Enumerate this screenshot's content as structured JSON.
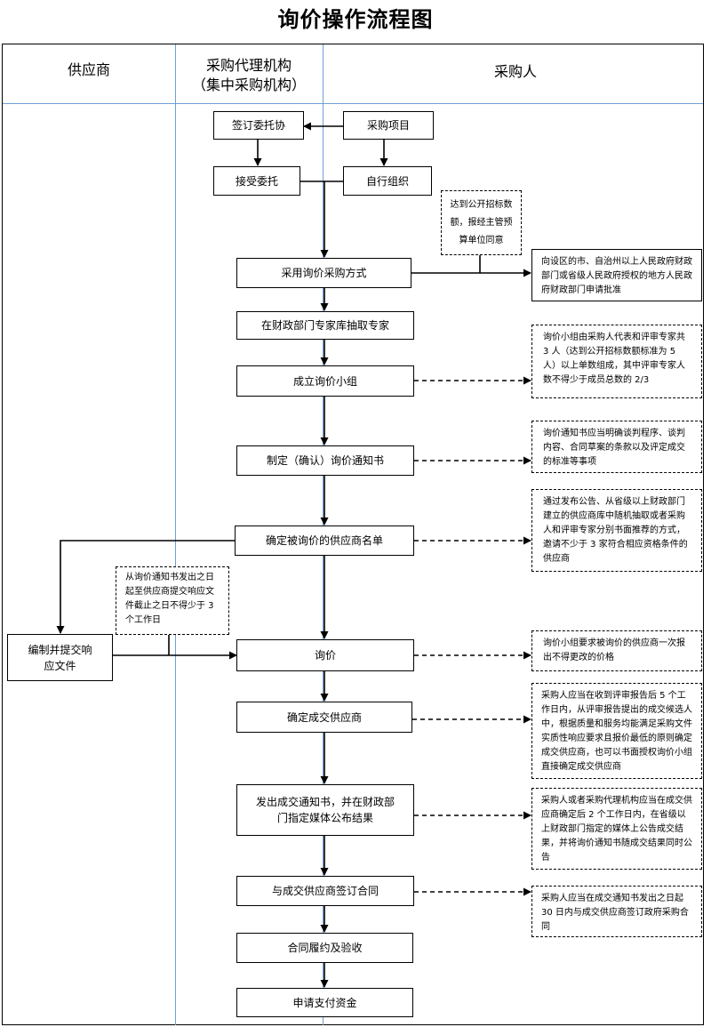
{
  "title": "询价操作流程图",
  "columns": {
    "supplier": "供应商",
    "agency_line1": "采购代理机构",
    "agency_line2": "（集中采购机构）",
    "purchaser": "采购人"
  },
  "boxes": {
    "sign_entrust": "签订委托协",
    "purchase_project": "采购项目",
    "accept_entrust": "接受委托",
    "self_organize": "自行组织",
    "use_inquiry": "采用询价采购方式",
    "draw_experts": "在财政部门专家库抽取专家",
    "form_group": "成立询价小组",
    "make_notice": "制定（确认）询价通知书",
    "supplier_list": "确定被询价的供应商名单",
    "prepare_response": "编制并提交响应文件",
    "inquiry": "询价",
    "determine_supplier": "确定成交供应商",
    "issue_notice": "发出成交通知书，并在财政部门指定媒体公布结果",
    "sign_contract": "与成交供应商签订合同",
    "perform_accept": "合同履约及验收",
    "apply_payment": "申请支付资金"
  },
  "notes": {
    "threshold": "达到公开招标数额，报经主管预算单位同意",
    "approval": "向设区的市、自治州以上人民政府财政部门或省级人民政府授权的地方人民政府财政部门申请批准",
    "group_comp": "询价小组由采购人代表和评审专家共 3 人（达到公开招标数额标准为 5 人）以上单数组成，其中评审专家人数不得少于成员总数的 2/3",
    "notice_content": "询价通知书应当明确谈判程序、谈判内容、合同草案的条款以及评定成交的标准等事项",
    "supplier_select": "通过发布公告、从省级以上财政部门建立的供应商库中随机抽取或者采购人和评审专家分别书面推荐的方式，邀请不少于 3 家符合相应资格条件的供应商",
    "deadline": "从询价通知书发出之日起至供应商提交响应文件截止之日不得少于 3 个工作日",
    "one_quote": "询价小组要求被询价的供应商一次报出不得更改的价格",
    "determine_rule": "采购人应当在收到评审报告后 5 个工作日内，从评审报告提出的成交候选人中，根据质量和服务均能满足采购文件实质性响应要求且报价最低的原则确定成交供应商，也可以书面授权询价小组直接确定成交供应商",
    "announce": "采购人或者采购代理机构应当在成交供应商确定后 2 个工作日内，在省级以上财政部门指定的媒体上公告成交结果，并将询价通知书随成交结果同时公告",
    "contract_deadline": "采购人应当在成交通知书发出之日起 30 日内与成交供应商签订政府采购合同"
  },
  "colors": {
    "divider": "#6fa0d6",
    "stroke": "#000000"
  }
}
